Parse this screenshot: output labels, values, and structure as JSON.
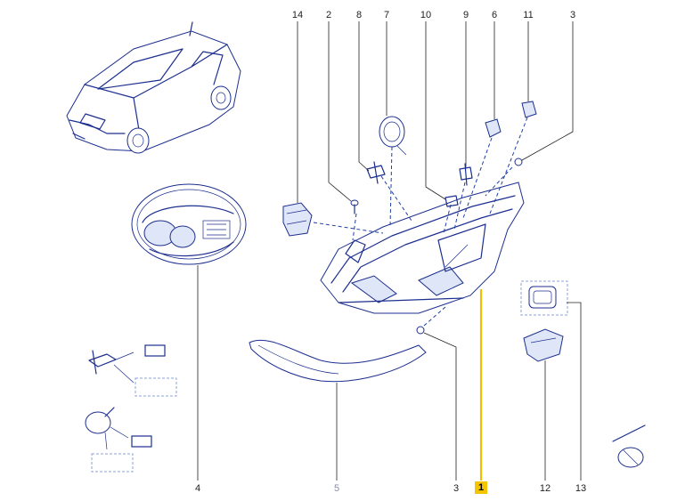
{
  "callouts": {
    "c14": "14",
    "c2": "2",
    "c8": "8",
    "c7": "7",
    "c10": "10",
    "c9": "9",
    "c6": "6",
    "c11": "11",
    "c3top": "3",
    "c4": "4",
    "c5": "5",
    "c3bottom": "3",
    "c1": "1",
    "c12": "12",
    "c13": "13"
  },
  "colors": {
    "ink": "#1c2f8f",
    "highlight": "#f5c400",
    "muted_label": "#8a8fa0"
  },
  "selected_part": "1"
}
